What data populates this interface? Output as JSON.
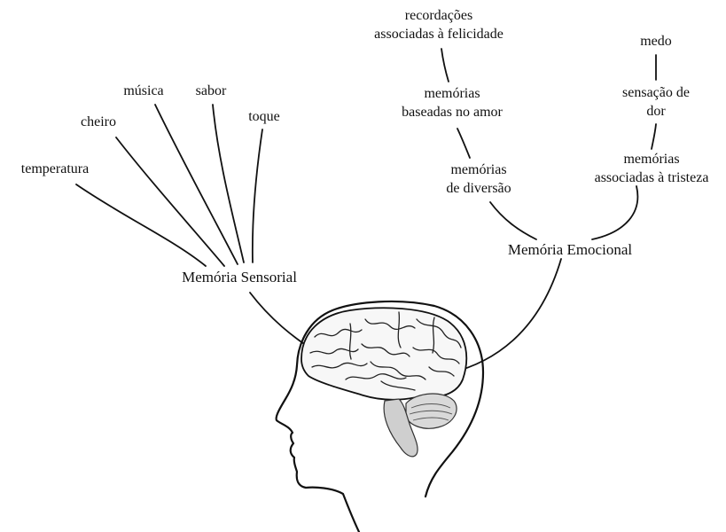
{
  "sensorial": {
    "title": "Memória Sensorial",
    "items": [
      {
        "text": "temperatura"
      },
      {
        "text": "cheiro"
      },
      {
        "text": "música"
      },
      {
        "text": "sabor"
      },
      {
        "text": "toque"
      }
    ]
  },
  "emocional": {
    "title": "Memória Emocional",
    "left_branch": [
      {
        "line1": "recordações",
        "line2": "associadas à felicidade"
      },
      {
        "line1": "memórias",
        "line2": "baseadas no amor"
      },
      {
        "line1": "memórias",
        "line2": "de diversão"
      }
    ],
    "right_branch": [
      {
        "line1": "medo",
        "line2": ""
      },
      {
        "line1": "sensação de",
        "line2": "dor"
      },
      {
        "line1": "memórias",
        "line2": "associadas à tristeza"
      }
    ]
  }
}
